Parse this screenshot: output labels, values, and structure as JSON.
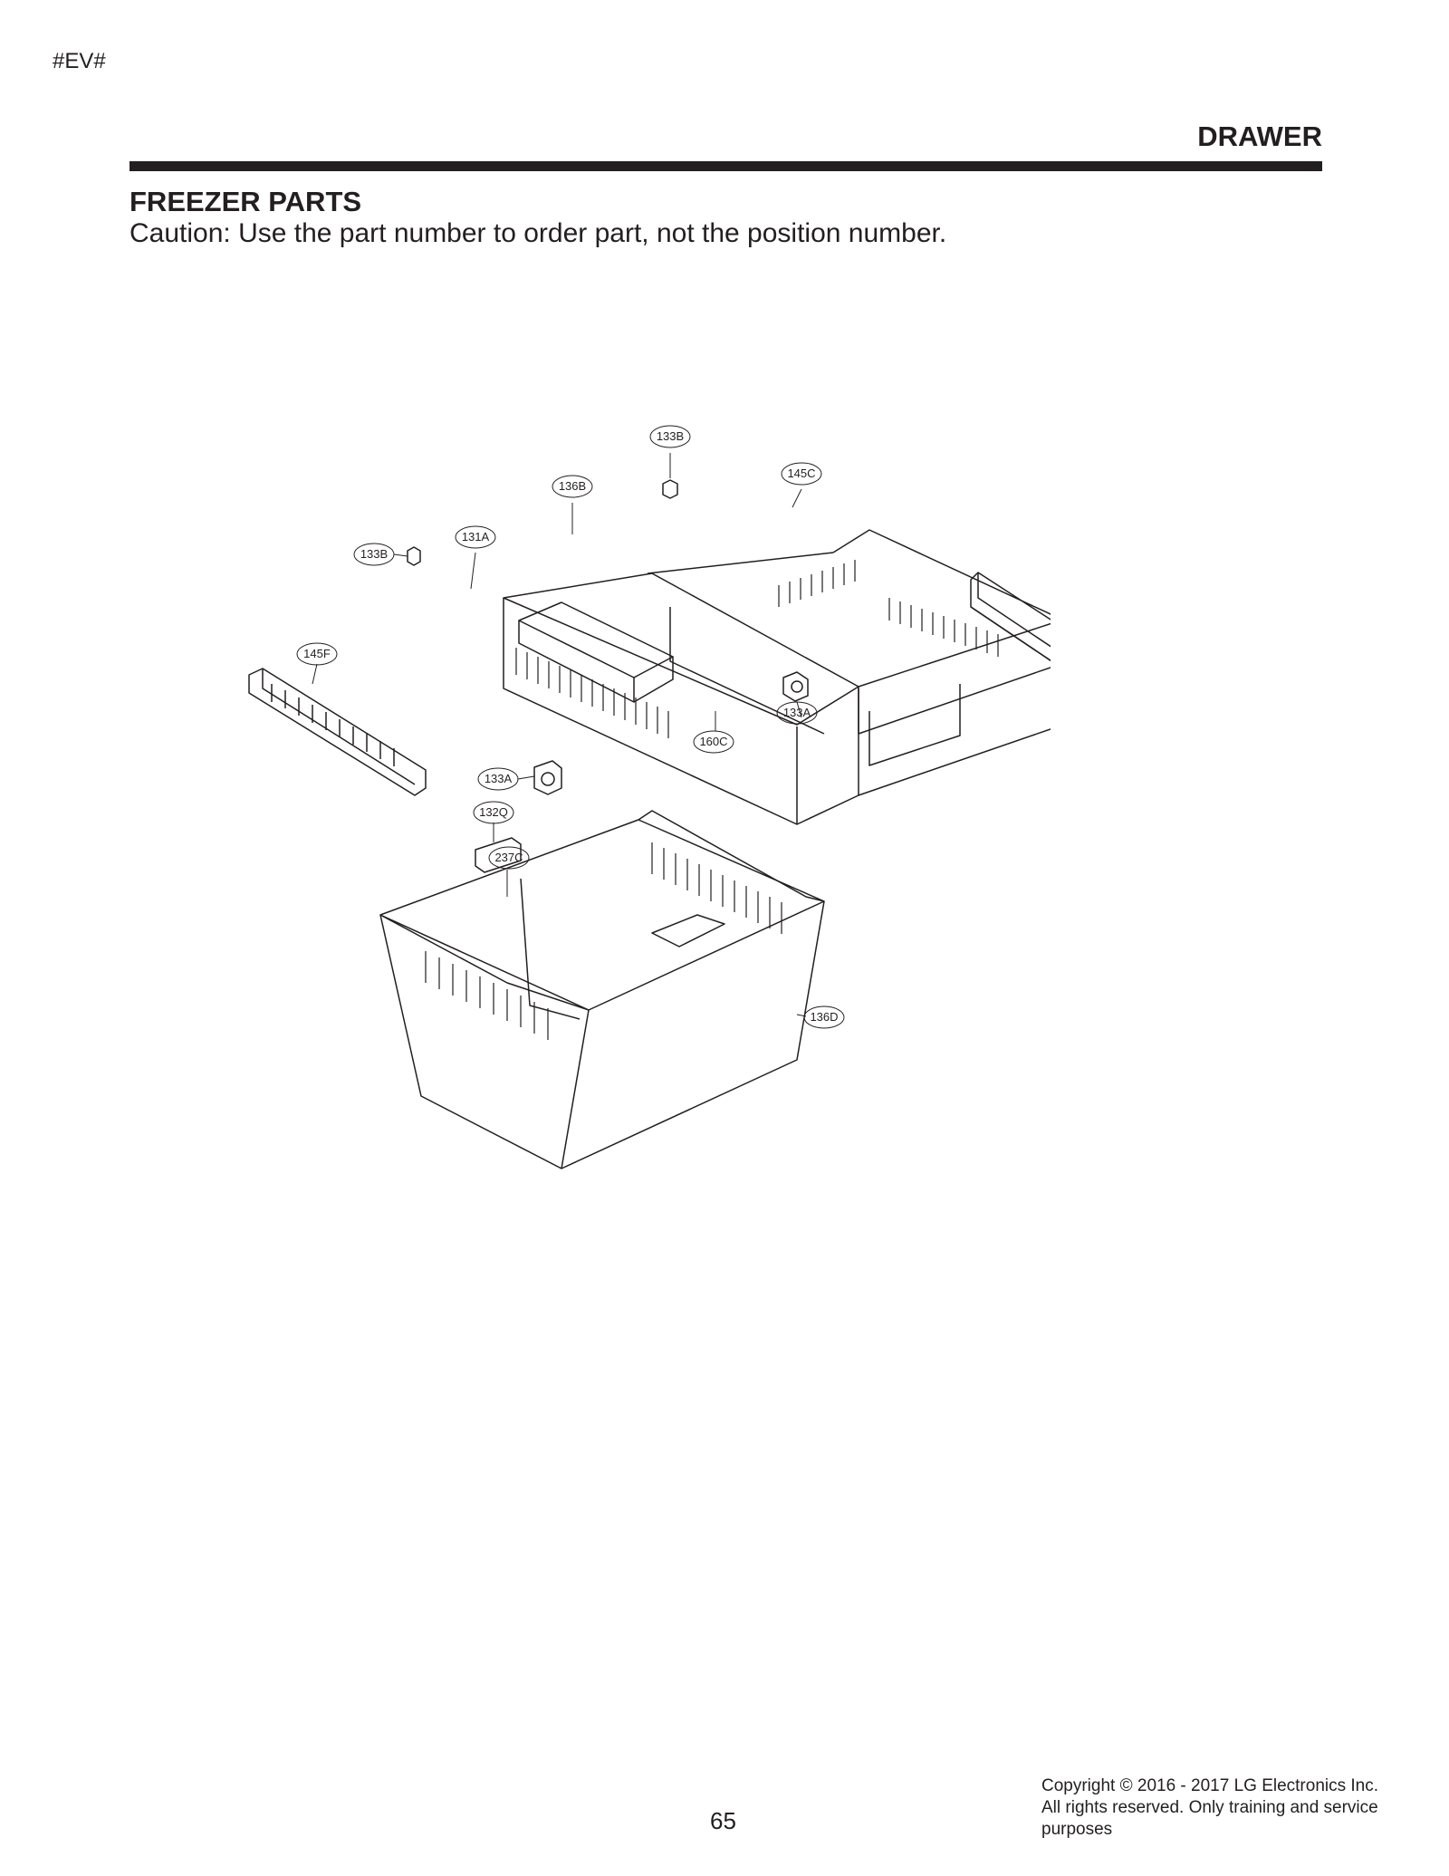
{
  "doc_code": "#EV#",
  "section_title": "DRAWER",
  "heading": "FREEZER PARTS",
  "caution": "Caution: Use the part number to order part, not the position number.",
  "callouts": {
    "c133b_top": "133B",
    "c145c": "145C",
    "c136b": "136B",
    "c131a": "131A",
    "c133b_left": "133B",
    "c145f": "145F",
    "c133a_right": "133A",
    "c160c": "160C",
    "c133a_bottom": "133A",
    "c132q": "132Q",
    "c237c": "237C",
    "c136d": "136D"
  },
  "footer": {
    "page_number": "65",
    "copyright_line1": "Copyright © 2016 - 2017 LG Electronics Inc.",
    "copyright_line2": "All rights reserved. Only training and service",
    "copyright_line3": "purposes"
  }
}
